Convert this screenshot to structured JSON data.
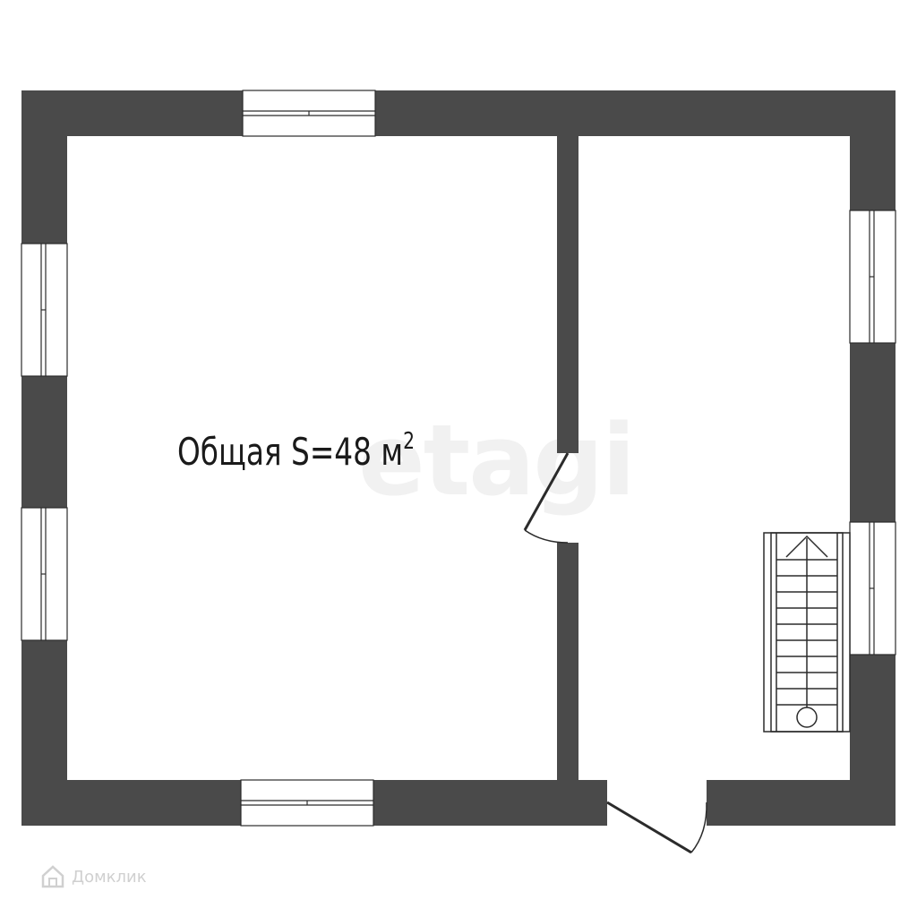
{
  "plan": {
    "area_label": "Общая S=48 м",
    "area_unit_sup": "2",
    "watermark": "etagi",
    "brand": "Домклик"
  },
  "colors": {
    "wall": "#4a4a4a",
    "window": "#ffffff",
    "line": "#2b2b2b",
    "watermark": "#f1f1f1",
    "brand": "#d0d0d0"
  },
  "icons": [
    "house-icon"
  ]
}
